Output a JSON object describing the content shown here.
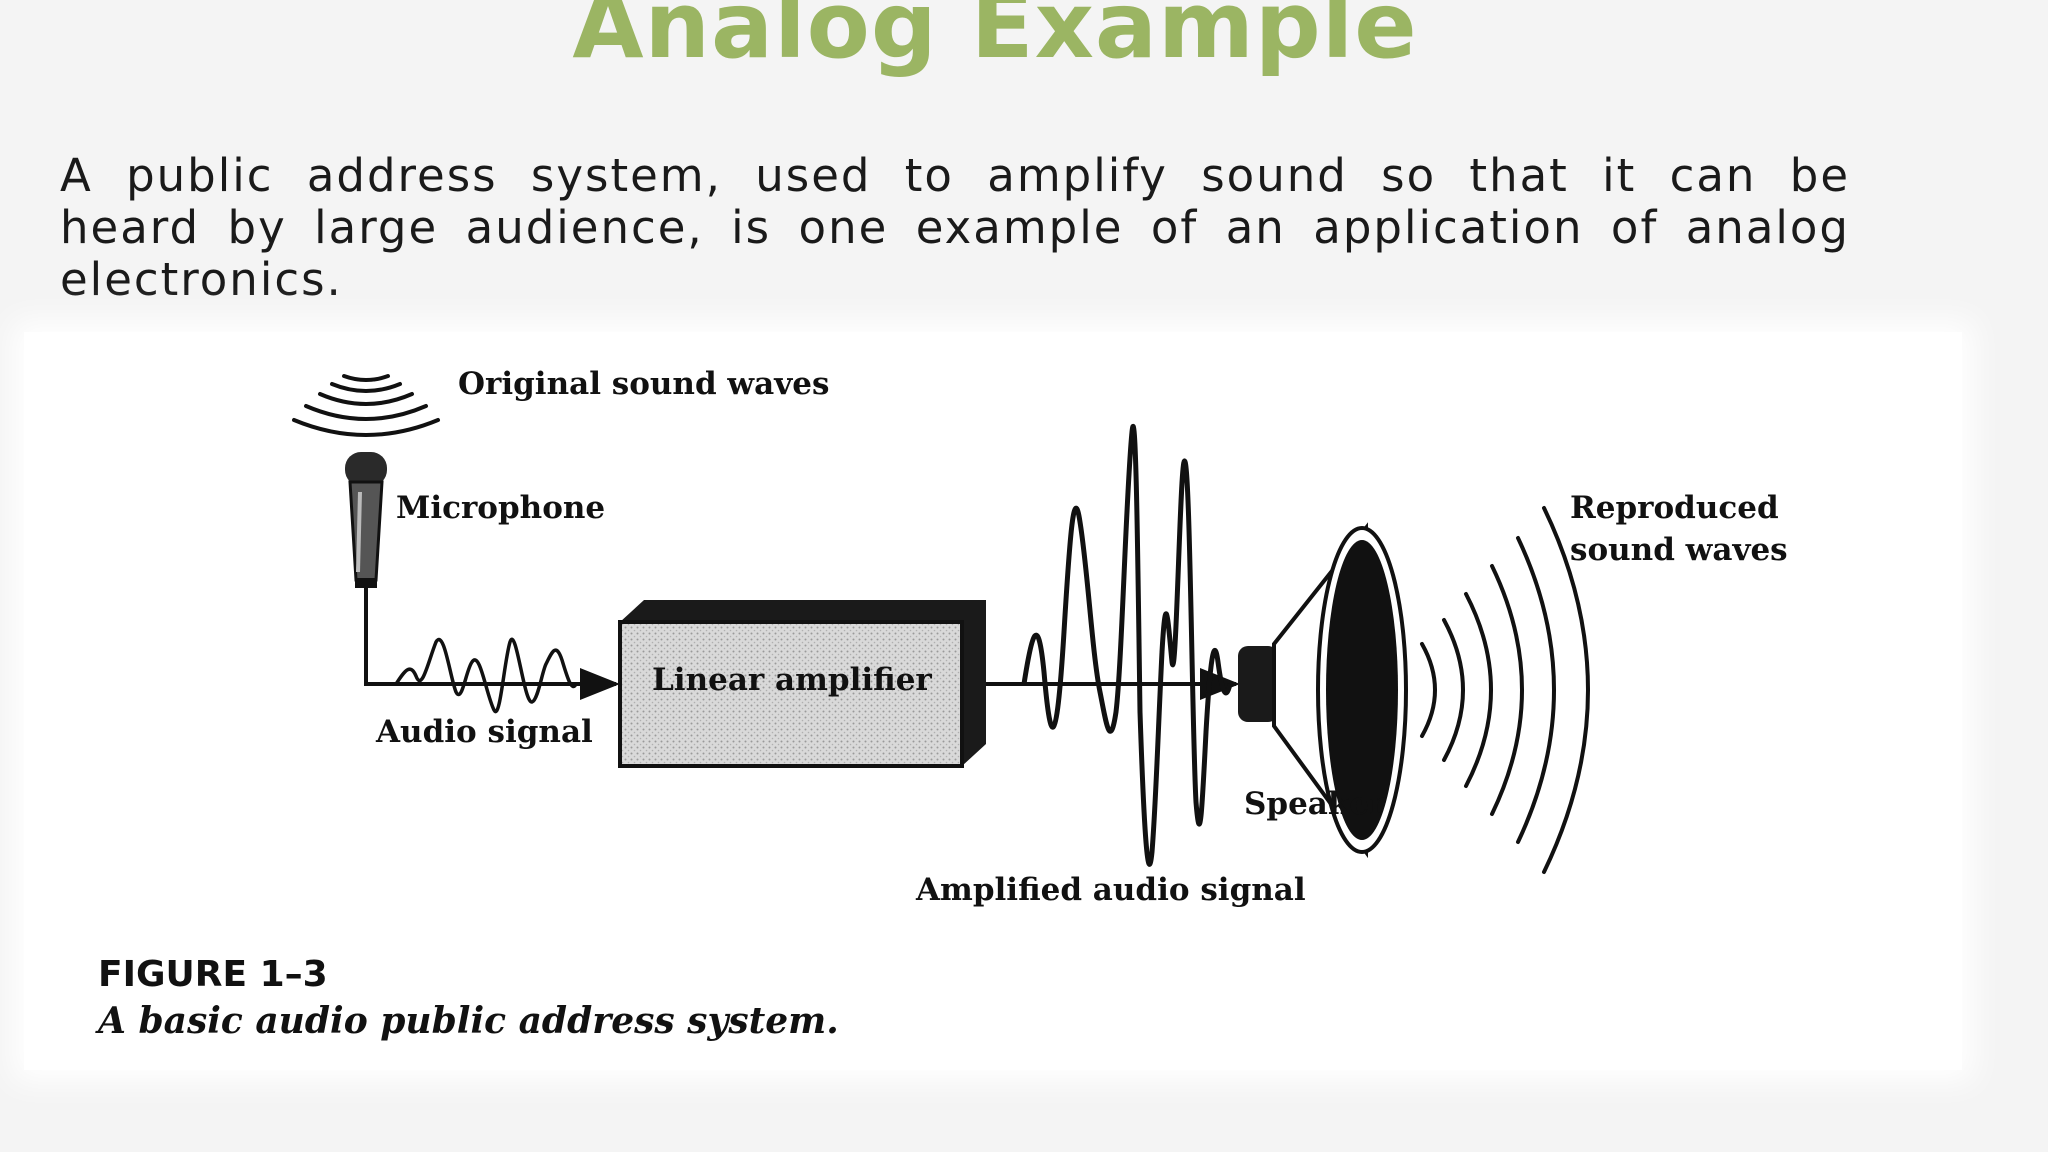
{
  "slide": {
    "title": "Analog Example",
    "body": "A public address system, used to amplify sound so that it can be heard by large audience, is one example of an application of analog electronics."
  },
  "figure": {
    "labels": {
      "original_sound_waves": "Original sound waves",
      "microphone": "Microphone",
      "audio_signal": "Audio signal",
      "linear_amplifier": "Linear amplifier",
      "amplified_audio_signal": "Amplified audio signal",
      "speaker": "Speaker",
      "reproduced_line1": "Reproduced",
      "reproduced_line2": "sound waves"
    },
    "number": "FIGURE 1–3",
    "caption": "A basic audio public address system."
  }
}
